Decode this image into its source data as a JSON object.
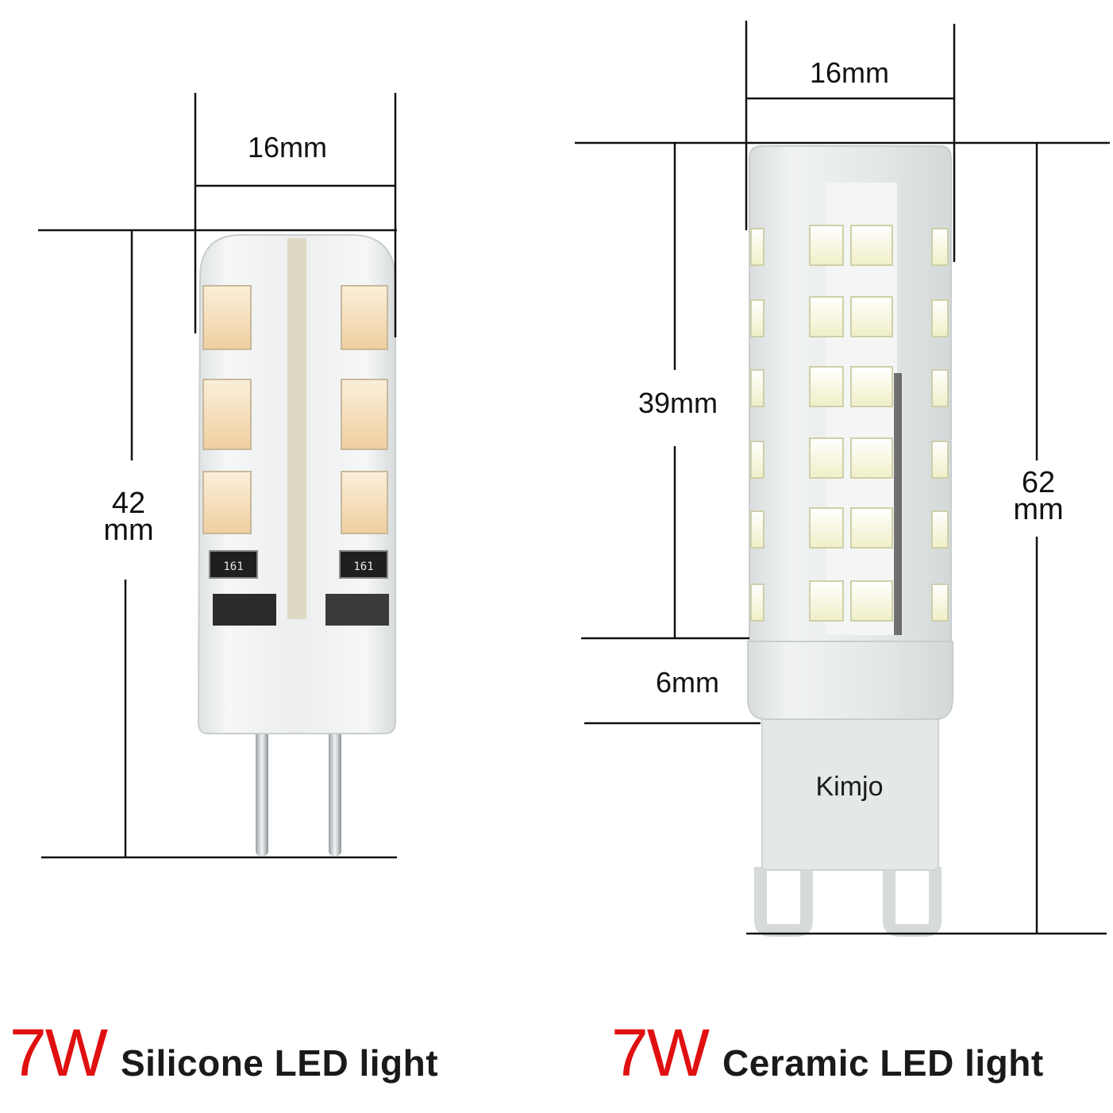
{
  "colors": {
    "line": "#111111",
    "watt": "#e01010",
    "text": "#1a1a1a",
    "warm_led": "#f3dcb8",
    "cool_led": "#fbfaee",
    "silicone": "#eef0f1",
    "ceramic": "#e9ecec"
  },
  "left_bulb": {
    "width_label": "16mm",
    "height_label_line1": "42",
    "height_label_line2": "mm",
    "chip_label_left": "161",
    "chip_label_right": "161",
    "caption_watt": "7W",
    "caption_text": "Silicone LED light"
  },
  "right_bulb": {
    "width_label": "16mm",
    "body_label": "39mm",
    "base_label": "6mm",
    "total_label_line1": "62",
    "total_label_line2": "mm",
    "brand": "Kimjo",
    "caption_watt": "7W",
    "caption_text": "Ceramic LED light"
  }
}
